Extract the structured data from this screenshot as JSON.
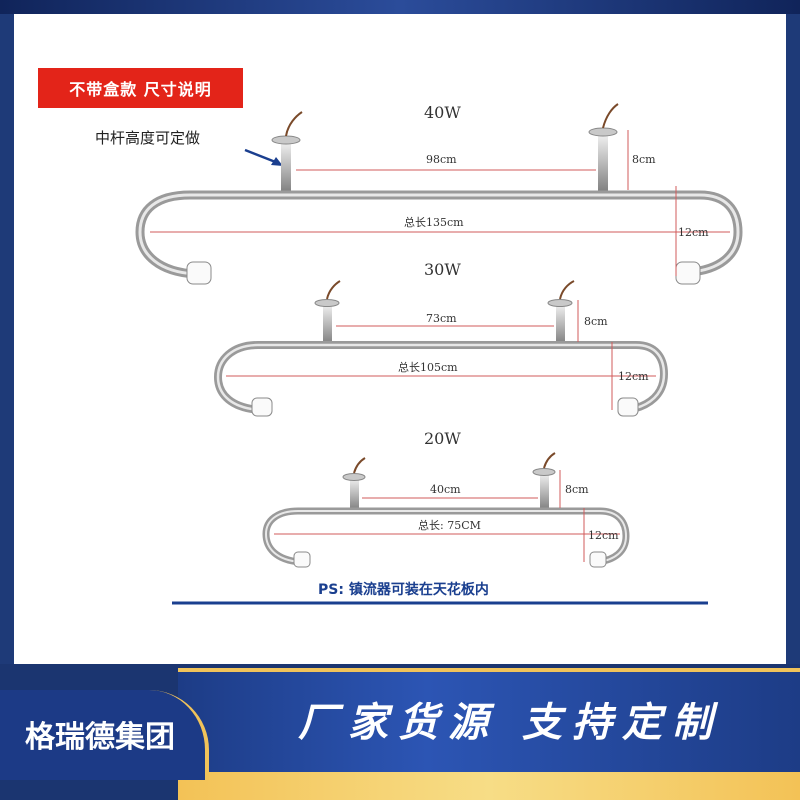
{
  "tag_text": "不带盒款  尺寸说明",
  "note_text": "中杆高度可定做",
  "fixtures": [
    {
      "watt": "40W",
      "span": "98cm",
      "rod": "8cm",
      "total": "总长135cm",
      "drop": "12cm"
    },
    {
      "watt": "30W",
      "span": "73cm",
      "rod": "8cm",
      "total": "总长105cm",
      "drop": "12cm"
    },
    {
      "watt": "20W",
      "span": "40cm",
      "rod": "8cm",
      "total": "总长: 75CM",
      "drop": "12cm"
    }
  ],
  "ps_text": "PS: 镇流器可装在天花板内",
  "brand": "格瑞德集团",
  "slogan": "厂家货源 支持定制",
  "colors": {
    "accent_red": "#e32419",
    "navy": "#1b3570",
    "gold": "#f1c35a",
    "ps_blue": "#1a3f8f"
  }
}
